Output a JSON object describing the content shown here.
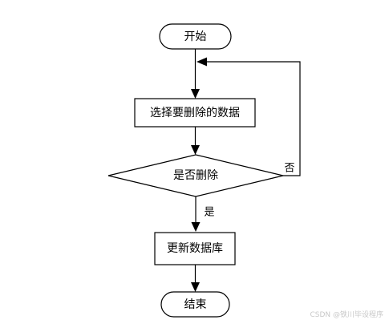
{
  "diagram": {
    "type": "flowchart",
    "nodes": {
      "start": {
        "shape": "terminal",
        "label": "开始"
      },
      "select": {
        "shape": "process",
        "label": "选择要删除的数据"
      },
      "decide": {
        "shape": "decision",
        "label": "是否删除"
      },
      "update": {
        "shape": "process",
        "label": "更新数据库"
      },
      "end": {
        "shape": "terminal",
        "label": "结束"
      }
    },
    "edges": {
      "yes": {
        "from": "decide",
        "to": "update",
        "label": "是"
      },
      "no": {
        "from": "decide",
        "to": "select",
        "label": "否"
      }
    }
  },
  "watermark": {
    "text": "CSDN @铁川毕设程序"
  },
  "colors": {
    "stroke": "#000000",
    "fill": "#ffffff",
    "watermark": "#c8c8c8"
  }
}
